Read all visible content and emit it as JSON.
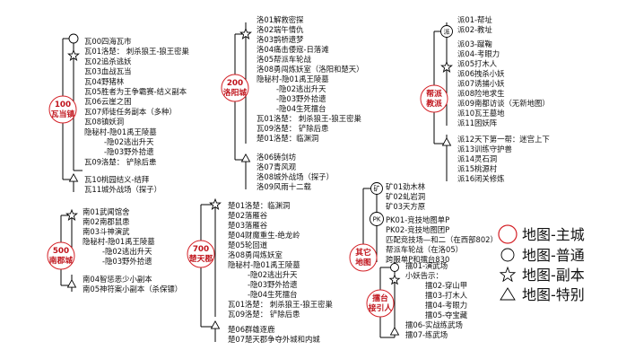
{
  "hubs": {
    "wudang": [
      "100",
      "瓦当镇"
    ],
    "luoyang": [
      "200",
      "洛阳城"
    ],
    "bangpai": [
      "帮派",
      "教派"
    ],
    "nanjun": [
      "500",
      "南郡城"
    ],
    "chutian": [
      "700",
      "楚天郡"
    ],
    "qita": [
      "其它",
      "地图"
    ],
    "leitai": [
      "擂台",
      "接引人"
    ]
  },
  "markers": {
    "pai": "派",
    "kuang": "矿",
    "pk": "PK"
  },
  "wudang": [
    "瓦00四海瓦市",
    "瓦01洛楚： 刺杀狼王-狼王密巢",
    "瓦02追杀逃妖",
    "瓦03血战瓦当",
    "瓦04野猪林",
    "瓦05胜者为王争霸赛-结义副本",
    "瓦06云崖之困",
    "瓦07师徒任务副本（多种）",
    "瓦08镇妖洞",
    "隐秘村-隐01禹王陵墓",
    "-隐02逃出升天",
    "-隐03野外拾遗",
    "瓦09洛楚： 铲除后患",
    "瓦10桃园结义-结拜",
    "瓦11城外战场（探子）"
  ],
  "luoyang": [
    "洛01解救密探",
    "洛02端午情仇",
    "洛03鹊桥遗梦",
    "洛04痛击倭寇-日落滩",
    "洛05帮派车轮战",
    "洛08勇闯炼妖室（洛阳和楚天）",
    "隐秘村-隐01禹王陵墓",
    "-隐02逃出升天",
    "-隐03野外拾遗",
    "-隐04生死擂台",
    "瓦01洛楚： 刺杀狼王-狼王密巢",
    "瓦09洛楚： 铲除后患",
    "楚01洛楚：临渊洞",
    "洛06铸剑坊",
    "洛07青风观",
    "洛08城外战场（探子）",
    "洛09风雨十二载"
  ],
  "bangpai": [
    "派01-帮址",
    "派02-教址",
    "派03-蹴鞠",
    "派04-考眼力",
    "派05打木人",
    "派06拽杀小妖",
    "派07诱捕小妖",
    "派08险地求生",
    "派09南都访谈（无新地图）",
    "派10瓦王墓地",
    "派11困妖阵",
    "派12天下第一帮：迷宫上下",
    "派13训练守护兽",
    "派14灵石洞",
    "派15桃源村",
    "派16闭关修炼"
  ],
  "nanjun": [
    "南01武闻馆舍",
    "南02南郡鼠患",
    "南03斗神演武",
    "隐秘村-隐01禹王陵墓",
    "-隐02逃出升天",
    "-隐03野外拾遗",
    "南04智惩恶少小副本",
    "南05神符案小副本（杀保镖）"
  ],
  "chutian": [
    "楚01洛楚：临渊洞",
    "楚02落雁谷",
    "楚03落雁谷",
    "楚04财魔重生-绝龙岭",
    "楚05轮回道",
    "洛08勇闯炼妖室",
    "隐秘村-隐01禹王陵墓",
    "-隐02逃出升天",
    "-隐03野外拾遗",
    "-隐04生死擂台",
    "瓦01洛楚： 刺杀狼王-狼王密巢",
    "瓦09洛楚： 铲除后患",
    "楚06群雄逐鹿",
    "楚07楚天郡争夺外城和内城"
  ],
  "qita": [
    "矿01劲木林",
    "矿02虬岩洞",
    "矿03天方原",
    "PK01-竞技地图单P",
    "PK02-竞技地图团P",
    "匹配竞技场—和二（在西部802）",
    "帮派车轮战（在洛05）",
    "跨服单P和擂台830"
  ],
  "leitai": [
    "擂01-演武场",
    "小妖告示：",
    "擂02-穿山甲",
    "擂03-打木人",
    "擂04-考眼力",
    "擂05-夺宝藏",
    "擂06-实战练武场",
    "擂07-练武场"
  ],
  "legend": [
    "地图-主城",
    "地图-普通",
    "地图-副本",
    "地图-特别"
  ]
}
